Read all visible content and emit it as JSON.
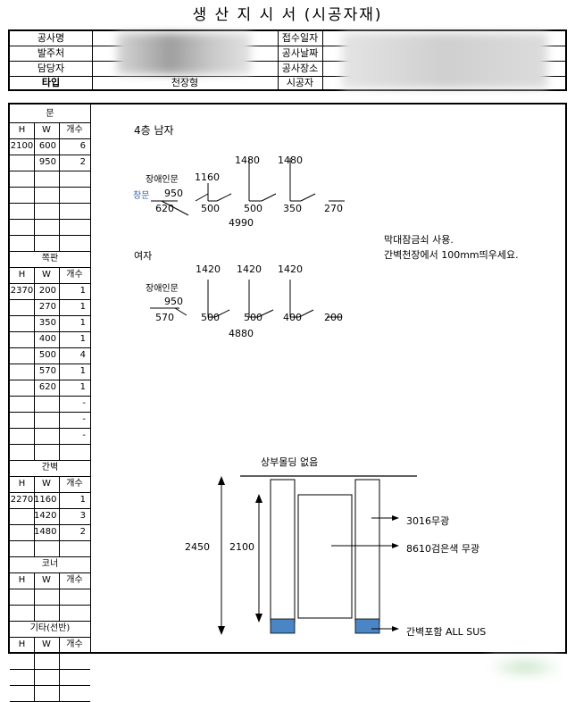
{
  "title": {
    "part1": "생 산 지 시 서",
    "circled": "시공",
    "part2": "자재)"
  },
  "header": {
    "left_labels": [
      "공사명",
      "발주처",
      "담당자",
      "타입"
    ],
    "type_value": "천장형",
    "right_labels": [
      "접수일자",
      "공사날짜",
      "공사장소",
      "시공자"
    ]
  },
  "door": {
    "heading": "문",
    "cols": [
      "H",
      "W",
      "개수"
    ],
    "rows": [
      {
        "h": "2100",
        "w": "600",
        "count": "6"
      },
      {
        "h": "",
        "w": "950",
        "count": "2"
      }
    ]
  },
  "panel": {
    "heading": "쪽판",
    "cols": [
      "H",
      "W",
      "개수"
    ],
    "rows": [
      {
        "h": "2370",
        "w": "200",
        "count": "1"
      },
      {
        "h": "",
        "w": "270",
        "count": "1"
      },
      {
        "h": "",
        "w": "350",
        "count": "1"
      },
      {
        "h": "",
        "w": "400",
        "count": "1"
      },
      {
        "h": "",
        "w": "500",
        "count": "4"
      },
      {
        "h": "",
        "w": "570",
        "count": "1"
      },
      {
        "h": "",
        "w": "620",
        "count": "1"
      },
      {
        "h": "",
        "w": "",
        "count": "-"
      },
      {
        "h": "",
        "w": "",
        "count": "-"
      },
      {
        "h": "",
        "w": "",
        "count": "-"
      }
    ]
  },
  "partition": {
    "heading": "간벽",
    "cols": [
      "H",
      "W",
      "개수"
    ],
    "rows": [
      {
        "h": "2270",
        "w": "1160",
        "count": "1"
      },
      {
        "h": "",
        "w": "1420",
        "count": "3"
      },
      {
        "h": "",
        "w": "1480",
        "count": "2"
      }
    ]
  },
  "corner": {
    "heading": "코너",
    "cols": [
      "H",
      "W",
      "개수"
    ]
  },
  "other": {
    "heading": "기타(선반)",
    "cols": [
      "H",
      "W",
      "개수"
    ]
  },
  "drawing": {
    "male_title": "4층 남자",
    "male": {
      "accessible_label": "장애인문",
      "window_label": "창문",
      "accessible_w": "1160",
      "partition_w": [
        "1480",
        "1480"
      ],
      "door_w": "950",
      "panels": [
        "620",
        "500",
        "500",
        "350",
        "270"
      ],
      "total": "4990"
    },
    "female_title": "여자",
    "female": {
      "accessible_label": "장애인문",
      "partition_w": [
        "1420",
        "1420",
        "1420"
      ],
      "door_w": "950",
      "panels": [
        "570",
        "500",
        "500",
        "400",
        "200"
      ],
      "total": "4880"
    },
    "notes": [
      "막대잠금쇠 사용.",
      "간벽천장에서 100mm띄우세요."
    ],
    "elevation": {
      "top_note": "상부몰딩 없음",
      "total_h": "2450",
      "door_h": "2100",
      "callouts": [
        "3016무광",
        "8610검은색 무광",
        "간벽포함 ALL SUS"
      ],
      "accent_color": "#4a86c5"
    }
  }
}
